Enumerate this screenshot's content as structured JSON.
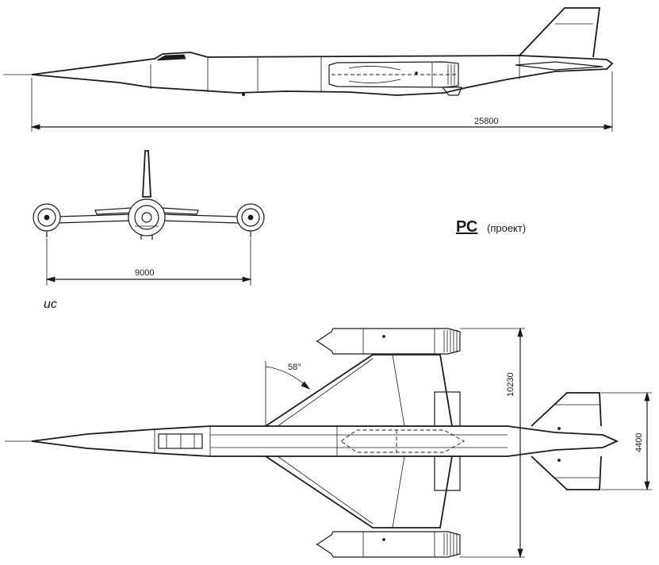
{
  "title": {
    "name": "РС",
    "note": "(проект)"
  },
  "dimensions": {
    "length": "25800",
    "span_front": "9000",
    "sweep_angle": "58°",
    "span_top": "10230",
    "tail_span": "4400"
  },
  "signature": "ис",
  "colors": {
    "ink": "#1a1a1a",
    "paper": "#ffffff"
  }
}
